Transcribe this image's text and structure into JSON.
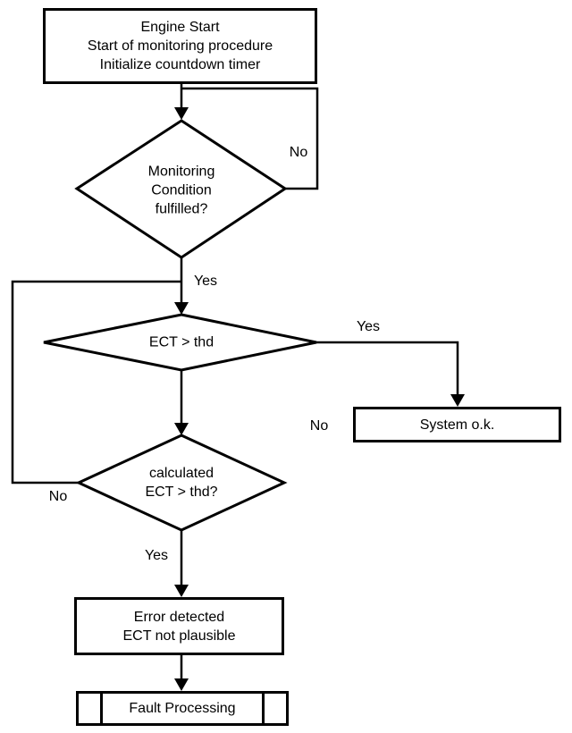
{
  "flowchart": {
    "nodes": {
      "start": {
        "type": "process",
        "label": "Engine Start\nStart of monitoring procedure\nInitialize countdown timer"
      },
      "monitoring": {
        "type": "decision",
        "label": "Monitoring\nCondition\nfulfilled?"
      },
      "ect": {
        "type": "decision",
        "label": "ECT > thd"
      },
      "system_ok": {
        "type": "process",
        "label": "System o.k."
      },
      "calculated": {
        "type": "decision",
        "label": "calculated\nECT > thd?"
      },
      "error": {
        "type": "process",
        "label": "Error detected\nECT not plausible"
      },
      "fault": {
        "type": "predefined_process",
        "label": "Fault Processing"
      }
    },
    "edge_labels": {
      "monitoring_no": "No",
      "monitoring_yes": "Yes",
      "ect_yes": "Yes",
      "ect_no": "No",
      "calculated_no": "No",
      "calculated_yes": "Yes"
    },
    "colors": {
      "stroke": "#000000",
      "background": "#ffffff"
    }
  }
}
